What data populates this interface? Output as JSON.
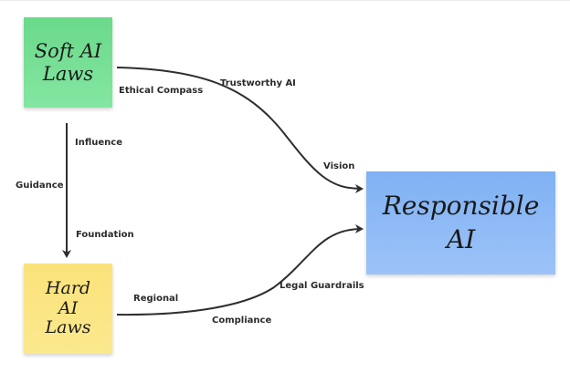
{
  "diagram": {
    "nodes": {
      "soft_laws": {
        "lines": [
          "Soft AI",
          "Laws"
        ],
        "color": "#6ad98a"
      },
      "hard_laws": {
        "lines": [
          "Hard",
          "AI",
          "Laws"
        ],
        "color": "#fbe27a"
      },
      "responsible_ai": {
        "lines": [
          "Responsible",
          "AI"
        ],
        "color": "#80b1f3"
      }
    },
    "edges": [
      {
        "from": "soft_laws",
        "to": "hard_laws",
        "labels": [
          "Influence",
          "Guidance",
          "Foundation"
        ]
      },
      {
        "from": "soft_laws",
        "to": "responsible_ai",
        "labels": [
          "Ethical Compass",
          "Trustworthy AI",
          "Vision"
        ]
      },
      {
        "from": "hard_laws",
        "to": "responsible_ai",
        "labels": [
          "Regional",
          "Compliance",
          "Legal Guardrails"
        ]
      }
    ],
    "edge_color": "#2e2e2e"
  }
}
